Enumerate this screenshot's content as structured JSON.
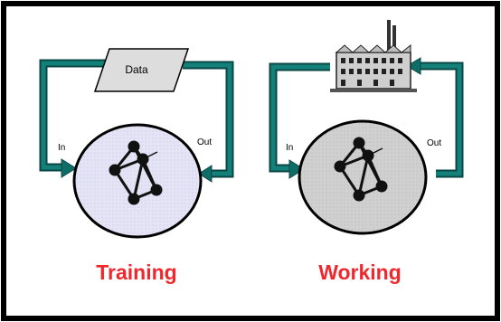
{
  "colors": {
    "accent": "#0f6d68",
    "accent_dark": "#0a4744",
    "caption": "#f0282d",
    "training_circle_fill": "#e2e2f5",
    "working_circle_fill": "#d2d2d2"
  },
  "training": {
    "data_label": "Data",
    "in_label": "In",
    "out_label": "Out",
    "caption": "Training"
  },
  "working": {
    "in_label": "In",
    "out_label": "Out",
    "caption": "Working"
  },
  "icons": [
    "neural-network-icon",
    "factory-icon"
  ]
}
